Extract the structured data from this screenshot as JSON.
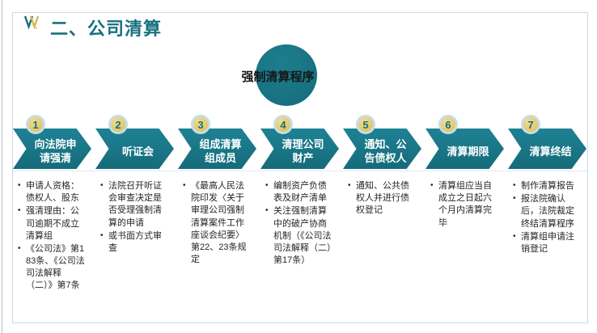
{
  "slide": {
    "title": "二、公司清算",
    "center_label": "强制清算程序",
    "steps": [
      {
        "num": "1",
        "label": "向法院申请强清",
        "bullets": [
          "申请人资格：债权人、股东",
          "强清理由：公司逾期不成立清算组",
          "《公司法》第183条、《公司法司法解释（二）》第7条"
        ]
      },
      {
        "num": "2",
        "label": "听证会",
        "bullets": [
          "法院召开听证会审查决定是否受理强制清算的申请",
          "或书面方式审查"
        ]
      },
      {
        "num": "3",
        "label": "组成清算组成员",
        "bullets": [
          "《最高人民法院印发〈关于审理公司强制清算案件工作座谈会纪要〉第22、23条规定"
        ]
      },
      {
        "num": "4",
        "label": "清理公司财产",
        "bullets": [
          "编制资产负债表及财产清单",
          "关注强制清算中的破产协商机制（《公司法司法解释（二）第17条）"
        ]
      },
      {
        "num": "5",
        "label": "通知、公告债权人",
        "bullets": [
          "通知、公共债权人并进行债权登记"
        ]
      },
      {
        "num": "6",
        "label": "清算期限",
        "bullets": [
          "清算组应当自成立之日起六个月内清算完毕"
        ]
      },
      {
        "num": "7",
        "label": "清算终结",
        "bullets": [
          "制作清算报告",
          "报法院确认后，法院裁定终结清算程序",
          "清算组申请注销登记"
        ]
      }
    ]
  },
  "colors": {
    "teal": "#17707f",
    "gold": "#e3c766",
    "slide-border": "#c9d9e8",
    "body-text": "#262626"
  }
}
